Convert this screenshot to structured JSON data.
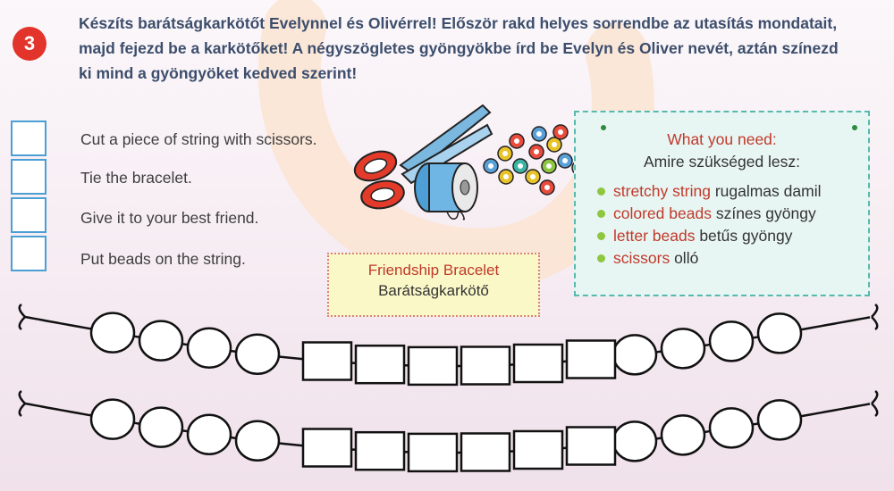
{
  "exercise_number": "3",
  "instruction": "Készíts barátságkarkötőt Evelynnel és Olivérrel! Először rakd helyes sorrendbe az utasítás mondatait, majd fejezd be a karkötőket! A négyszögletes gyöngyökbe írd be Evelyn és Oliver nevét, aztán színezd ki mind a gyöngyöket kedved szerint!",
  "tasks": [
    "Cut a piece of string with scissors.",
    "Tie the bracelet.",
    "Give it to your best friend.",
    "Put beads on the string."
  ],
  "bracelet_label": {
    "title": "Friendship Bracelet",
    "translation": "Barátságkarkötő"
  },
  "needs": {
    "title": "What you need:",
    "subtitle": "Amire szükséged lesz:",
    "items": [
      {
        "en": "stretchy string",
        "hu": "rugalmas damil"
      },
      {
        "en": "colored beads",
        "hu": "színes gyöngy"
      },
      {
        "en": "letter beads",
        "hu": "betűs gyöngy"
      },
      {
        "en": "scissors",
        "hu": "olló"
      }
    ]
  },
  "colors": {
    "badge": "#e2342a",
    "instruction_text": "#3c4e6c",
    "checkbox_border": "#4a9fd4",
    "accent_red": "#c0392b",
    "bullet_green": "#8ec63f"
  },
  "icons": [
    "scissors-icon",
    "thread-spool-icon",
    "beads-icon"
  ]
}
